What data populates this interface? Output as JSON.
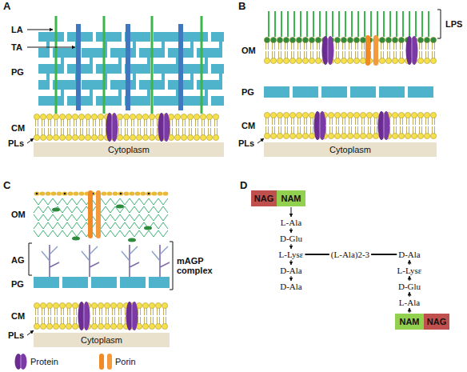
{
  "diagram": {
    "nodes": [
      {
        "text": [
          "Cytoplasm"
        ]
      },
      {
        "text": [
          "Cytoplasm"
        ]
      },
      {
        "text": [
          "Cytoplasm"
        ]
      },
      {
        "text": [
          "NAG"
        ]
      },
      {
        "text": [
          "NAM"
        ]
      },
      {
        "text": [
          "NAM"
        ]
      },
      {
        "text": [
          "NAG"
        ]
      }
    ],
    "labels": [
      "A",
      "LA",
      "TA",
      "PG",
      "CM",
      "PLs",
      "B",
      "OM",
      "LPS",
      "PG",
      "CM",
      "PLs",
      "C",
      "OM",
      "AG",
      "mAGP complex",
      "PG",
      "CM",
      "PLs",
      "D",
      "L-Ala",
      "D-Glu",
      "L-Lysε",
      "(L-Ala)2-3",
      "D-Ala",
      "D-Ala",
      "D-Ala",
      "L-Lysε",
      "D-Glu",
      "L-Ala"
    ],
    "legend": [
      {
        "text": "Protein"
      },
      {
        "text": "Porin"
      }
    ]
  }
}
